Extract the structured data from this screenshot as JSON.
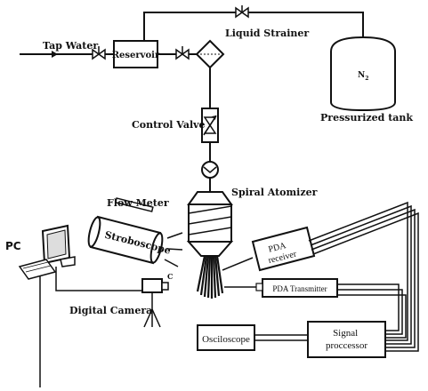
{
  "labels": {
    "tap_water": "Tap Water",
    "reservoir": "Reservoir",
    "liquid_strainer": "Liquid Strainer",
    "n2": "N",
    "n2_sub": "2",
    "pressurized_tank": "Pressurized tank",
    "control_valve": "Control Valve",
    "flow_meter": "Flow Meter",
    "spiral_atomizer": "Spiral Atomizer",
    "stroboscope": "Stroboscope",
    "pc": "PC",
    "pda_receiver_line1": "PDA",
    "pda_receiver_line2": "receiver",
    "pda_transmitter": "PDA Transmitter",
    "digital_camera": "Digital Camera",
    "camera_mark": "C",
    "osciloscope": "Osciloscope",
    "signal_processor_line1": "Signal",
    "signal_processor_line2": "proccessor"
  },
  "colors": {
    "line": "#111111",
    "background": "#ffffff"
  }
}
